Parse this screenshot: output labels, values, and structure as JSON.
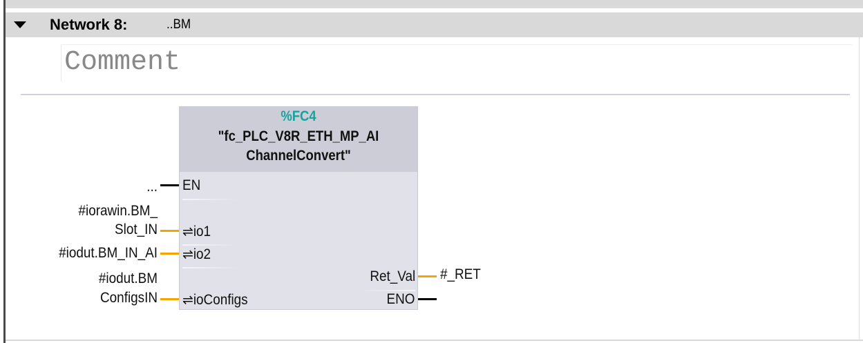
{
  "network": {
    "title": "Network 8:",
    "name": "..BM",
    "comment": "Comment"
  },
  "block": {
    "address": "%FC4",
    "name_line1": "\"fc_PLC_V8R_ETH_MP_AI",
    "name_line2": "ChannelConvert\"",
    "inputs": [
      {
        "pin": "EN",
        "operand": "..."
      },
      {
        "pin": "⇌io1",
        "operand_line1": "#iorawin.BM_",
        "operand_line2": "Slot_IN"
      },
      {
        "pin": "⇌io2",
        "operand": "#iodut.BM_IN_AI"
      },
      {
        "pin": "⇌ioConfigs",
        "operand_line1": "#iodut.BM",
        "operand_line2": "ConfigsIN"
      }
    ],
    "outputs": [
      {
        "pin": "Ret_Val",
        "operand": "#_RET"
      },
      {
        "pin": "ENO",
        "operand": ""
      }
    ]
  },
  "colors": {
    "address": "#17a2a0",
    "wire_data": "#f5a300",
    "wire_bool": "#000000"
  }
}
